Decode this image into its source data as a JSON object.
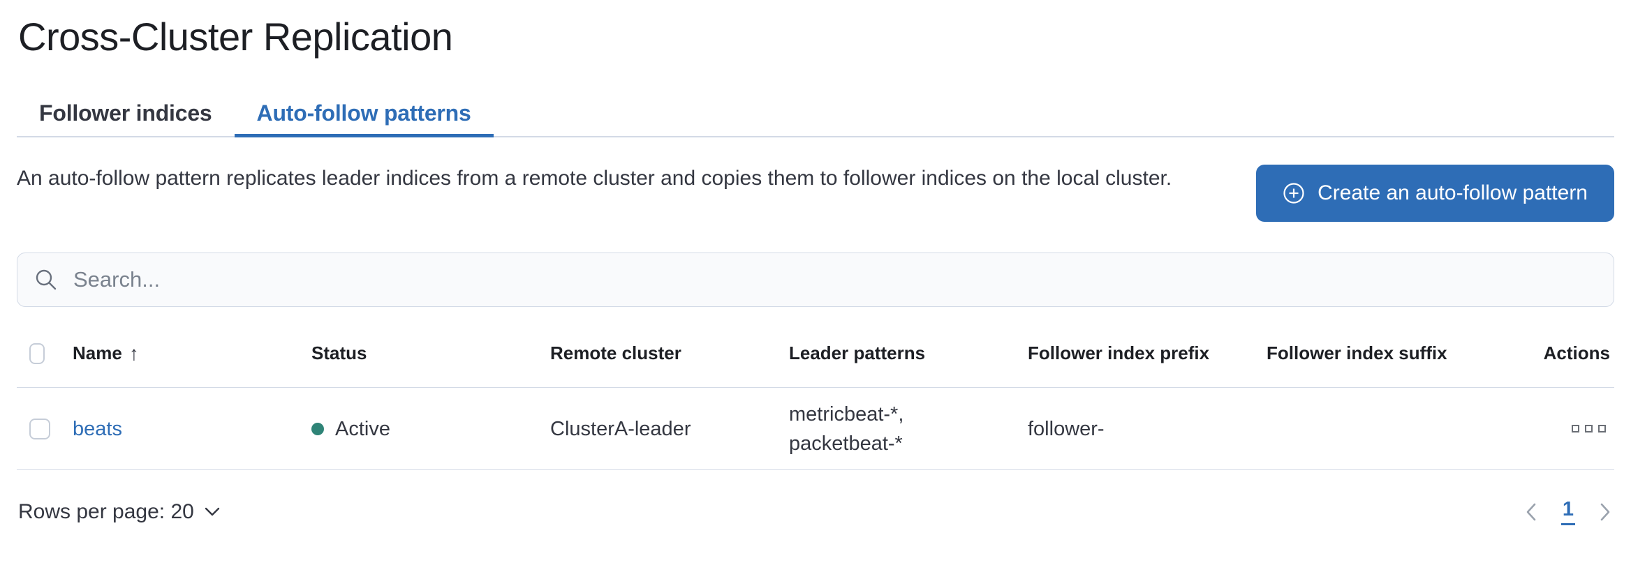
{
  "page": {
    "title": "Cross-Cluster Replication"
  },
  "tabs": [
    {
      "label": "Follower indices",
      "active": false
    },
    {
      "label": "Auto-follow patterns",
      "active": true
    }
  ],
  "intro": {
    "description": "An auto-follow pattern replicates leader indices from a remote cluster and copies them to follower indices on the local cluster.",
    "create_button_label": "Create an auto-follow pattern",
    "create_button_icon": "plus-in-circle-icon"
  },
  "search": {
    "placeholder": "Search...",
    "icon": "search-icon"
  },
  "table": {
    "columns": [
      "Name",
      "Status",
      "Remote cluster",
      "Leader patterns",
      "Follower index prefix",
      "Follower index suffix",
      "Actions"
    ],
    "sort": {
      "column": "Name",
      "direction": "ascending",
      "indicator": "↑"
    },
    "rows": [
      {
        "name": "beats",
        "status": "Active",
        "status_color": "#2f8477",
        "remote_cluster": "ClusterA-leader",
        "leader_patterns": "metricbeat-*, packetbeat-*",
        "follower_index_prefix": "follower-",
        "follower_index_suffix": "",
        "actions_icon": "boxes-horizontal-icon"
      }
    ]
  },
  "footer": {
    "rows_per_page_label": "Rows per page: 20",
    "pagination": {
      "prev_icon": "chevron-left-icon",
      "current_page": "1",
      "next_icon": "chevron-right-icon"
    }
  },
  "colors": {
    "accent_blue": "#2e6db6",
    "success_teal": "#2f8477",
    "border_gray": "#d3dae6",
    "text_dark": "#343741",
    "muted_gray": "#7a828e"
  }
}
